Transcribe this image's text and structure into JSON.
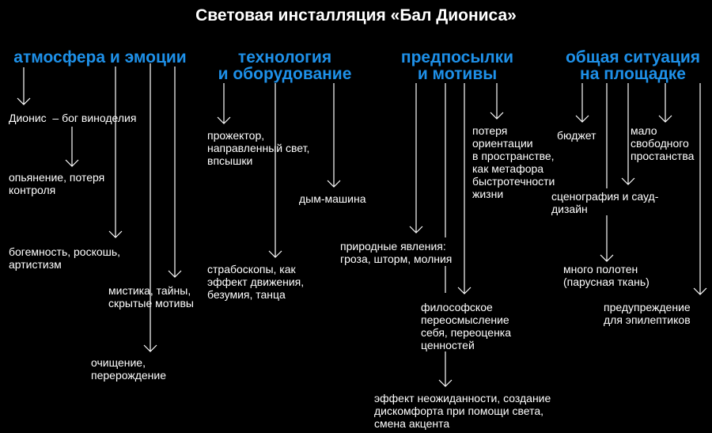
{
  "title": "Световая инсталляция «Бал Диониса»",
  "colors": {
    "background": "#000000",
    "accent": "#1E90E8",
    "text": "#FFFFFF",
    "line": "#FFFFFF"
  },
  "headers": {
    "atmosphere": "атмосфера и эмоции",
    "technology": "технология\nи оборудование",
    "premises": "предпосылки\nи мотивы",
    "situation": "общая ситуация\nна площадке"
  },
  "atmosphere": {
    "dionysus": "Дионис  – бог виноделия",
    "intoxication": "опьянение, потеря\nконтроля",
    "bohemian": "богемность, роскошь,\nартистизм",
    "mystique": "мистика, тайны,\nскрытые мотивы",
    "purification": "очищение,\nперерождение"
  },
  "technology": {
    "projector": "прожектор,\nнаправленный свет,\nвпсышки",
    "fog": "дым-машина",
    "strobes": "страбоскопы, как\nэффект движения,\nбезумия, танца"
  },
  "premises": {
    "disorientation": "потеря\nориентации\nв пространстве,\nкак метафора\nбыстротечности\nжизни",
    "nature": "природные явления:\nгроза, шторм, молния",
    "philosophy": "философское\nпереосмысление\nсебя, переоценка\nценностей",
    "surprise": "эффект неожиданности, создание\nдискомфорта при помощи света,\nсмена акцента"
  },
  "situation": {
    "budget": "бюджет",
    "space": "мало\nсвободного\nпростанства",
    "scenography": "сценография и сауд-\nдизайн",
    "canvases": "много полотен\n(парусная ткань)",
    "warning": "предупреждение\nдля эпилептиков"
  }
}
